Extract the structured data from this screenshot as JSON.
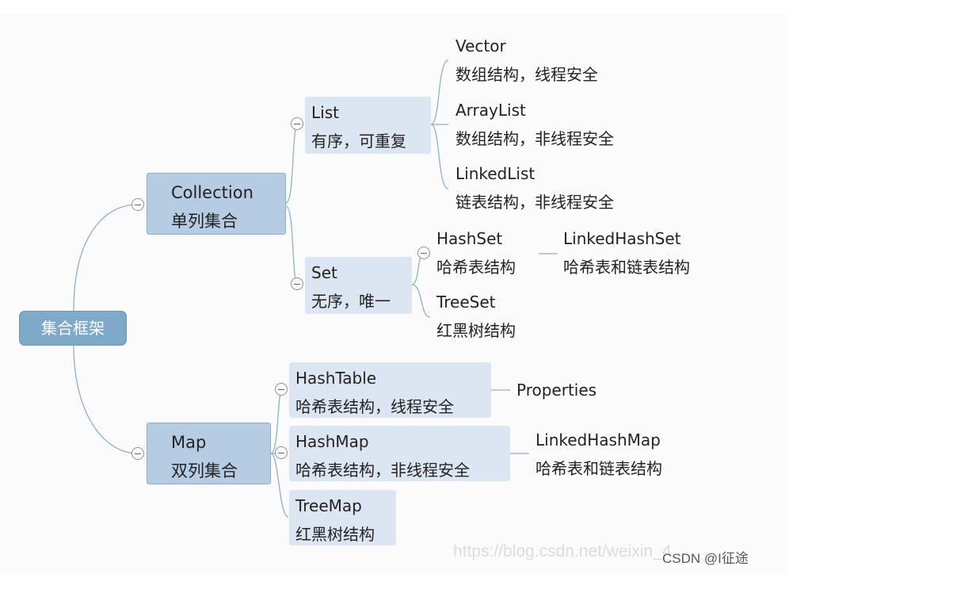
{
  "root": {
    "label": "集合框架"
  },
  "collection": {
    "title": "Collection",
    "desc": "单列集合",
    "list": {
      "title": "List",
      "desc": "有序，可重复",
      "vector": {
        "title": "Vector",
        "desc": "数组结构，线程安全"
      },
      "arraylist": {
        "title": "ArrayList",
        "desc": "数组结构，非线程安全"
      },
      "linkedlist": {
        "title": "LinkedList",
        "desc": "链表结构，非线程安全"
      }
    },
    "set": {
      "title": "Set",
      "desc": "无序，唯一",
      "hashset": {
        "title": "HashSet",
        "desc": "哈希表结构"
      },
      "linkedhashset": {
        "title": "LinkedHashSet",
        "desc": "哈希表和链表结构"
      },
      "treeset": {
        "title": "TreeSet",
        "desc": "红黑树结构"
      }
    }
  },
  "map": {
    "title": "Map",
    "desc": "双列集合",
    "hashtable": {
      "title": "HashTable",
      "desc": "哈希表结构，线程安全"
    },
    "properties": {
      "title": "Properties"
    },
    "hashmap": {
      "title": "HashMap",
      "desc": "哈希表结构，非线程安全"
    },
    "linkedhashmap": {
      "title": "LinkedHashMap",
      "desc": "哈希表和链表结构"
    },
    "treemap": {
      "title": "TreeMap",
      "desc": "红黑树结构"
    }
  },
  "watermark": {
    "url": "https://blog.csdn.net/weixin_4",
    "brand": "CSDN @I征途"
  },
  "colors": {
    "root": "#7ea9c9",
    "level1": "#b6cce3",
    "level2": "#dce6f2",
    "connector": "#8fb0cc"
  }
}
